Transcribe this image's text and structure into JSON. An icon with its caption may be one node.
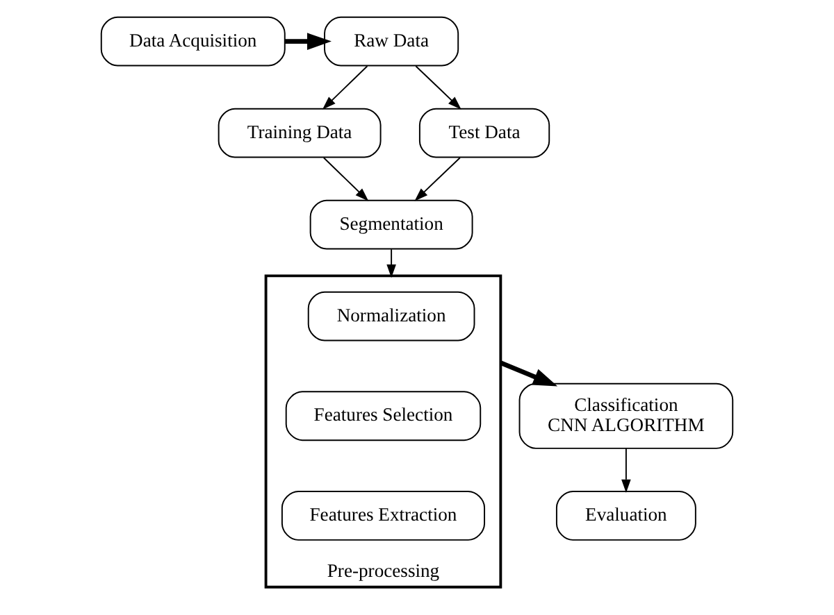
{
  "diagram": {
    "nodes": [
      {
        "text": [
          "Data Acquisition"
        ]
      },
      {
        "text": [
          "Raw Data"
        ]
      },
      {
        "text": [
          "Training Data"
        ]
      },
      {
        "text": [
          "Test Data"
        ]
      },
      {
        "text": [
          "Segmentation"
        ]
      },
      {
        "text": [
          "Pre-processing"
        ]
      },
      {
        "text": [
          "Normalization"
        ],
        "in": 5
      },
      {
        "text": [
          "Features Selection"
        ],
        "in": 5
      },
      {
        "text": [
          "Features Extraction"
        ],
        "in": 5
      },
      {
        "text": [
          "Classification",
          "CNN ALGORITHM"
        ]
      },
      {
        "text": [
          "Evaluation"
        ]
      }
    ],
    "edges": [
      {
        "from": 0,
        "to": 1,
        "arrow": "to",
        "style": "thick"
      },
      {
        "from": 1,
        "to": 2,
        "arrow": "to"
      },
      {
        "from": 1,
        "to": 3,
        "arrow": "to"
      },
      {
        "from": 2,
        "to": 4,
        "arrow": "to"
      },
      {
        "from": 3,
        "to": 4,
        "arrow": "to"
      },
      {
        "from": 4,
        "to": 5,
        "arrow": "to"
      },
      {
        "from": 5,
        "to": 9,
        "arrow": "to",
        "style": "thick"
      },
      {
        "from": 9,
        "to": 10,
        "arrow": "to"
      }
    ]
  }
}
